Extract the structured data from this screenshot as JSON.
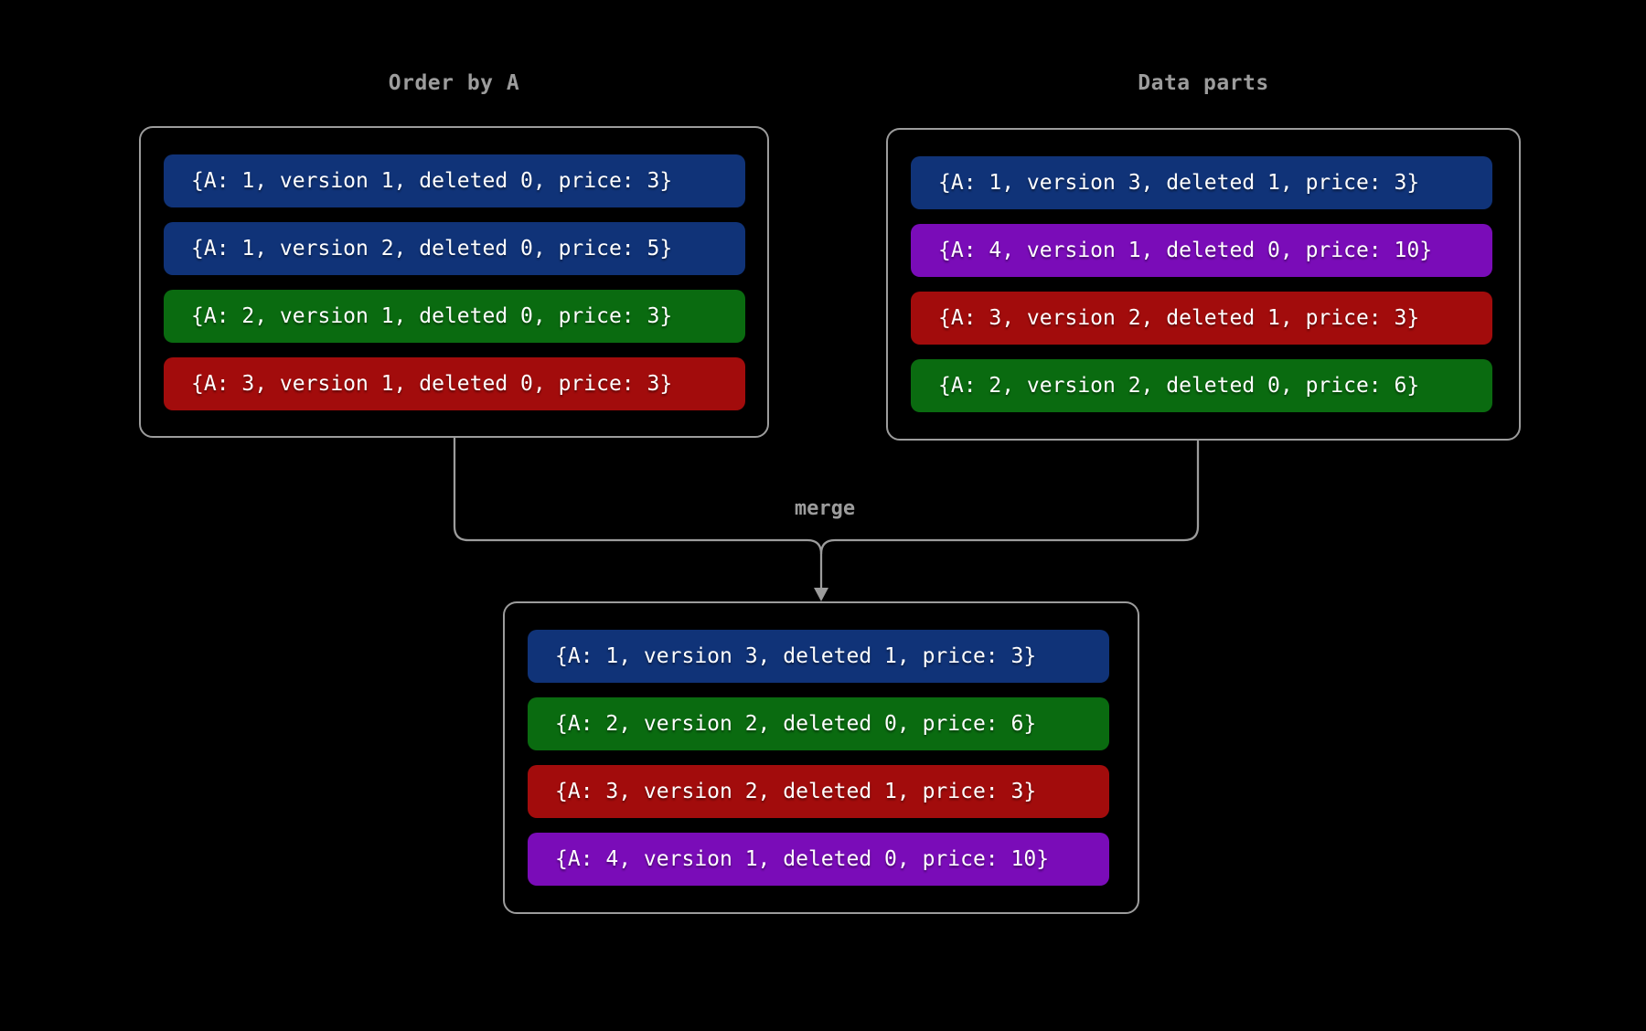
{
  "colors": {
    "background": "#000000",
    "line": "#9c9c9c",
    "title_text": "#9c9c9c",
    "row_text": "#ffffff",
    "blue": "#103378",
    "green": "#0a6b10",
    "red": "#a20c0c",
    "purple": "#7a0cb8"
  },
  "labels": {
    "merge": "merge"
  },
  "panels": [
    {
      "title": "Order by A",
      "rows": [
        {
          "text": "{A: 1, version 1, deleted 0, price: 3}",
          "color": "blue"
        },
        {
          "text": "{A: 1, version 2, deleted 0, price: 5}",
          "color": "blue"
        },
        {
          "text": "{A: 2, version 1, deleted 0, price: 3}",
          "color": "green"
        },
        {
          "text": "{A: 3, version 1, deleted 0, price: 3}",
          "color": "red"
        }
      ]
    },
    {
      "title": "Data parts",
      "rows": [
        {
          "text": "{A: 1, version 3, deleted 1, price: 3}",
          "color": "blue"
        },
        {
          "text": "{A: 4, version 1, deleted 0, price: 10}",
          "color": "purple"
        },
        {
          "text": "{A: 3, version 2, deleted 1, price: 3}",
          "color": "red"
        },
        {
          "text": "{A: 2, version 2, deleted 0, price: 6}",
          "color": "green"
        }
      ]
    },
    {
      "title": "",
      "rows": [
        {
          "text": "{A: 1, version 3, deleted 1, price: 3}",
          "color": "blue"
        },
        {
          "text": "{A: 2, version 2, deleted 0, price: 6}",
          "color": "green"
        },
        {
          "text": "{A: 3, version 2, deleted 1, price: 3}",
          "color": "red"
        },
        {
          "text": "{A: 4, version 1, deleted 0, price: 10}",
          "color": "purple"
        }
      ]
    }
  ]
}
